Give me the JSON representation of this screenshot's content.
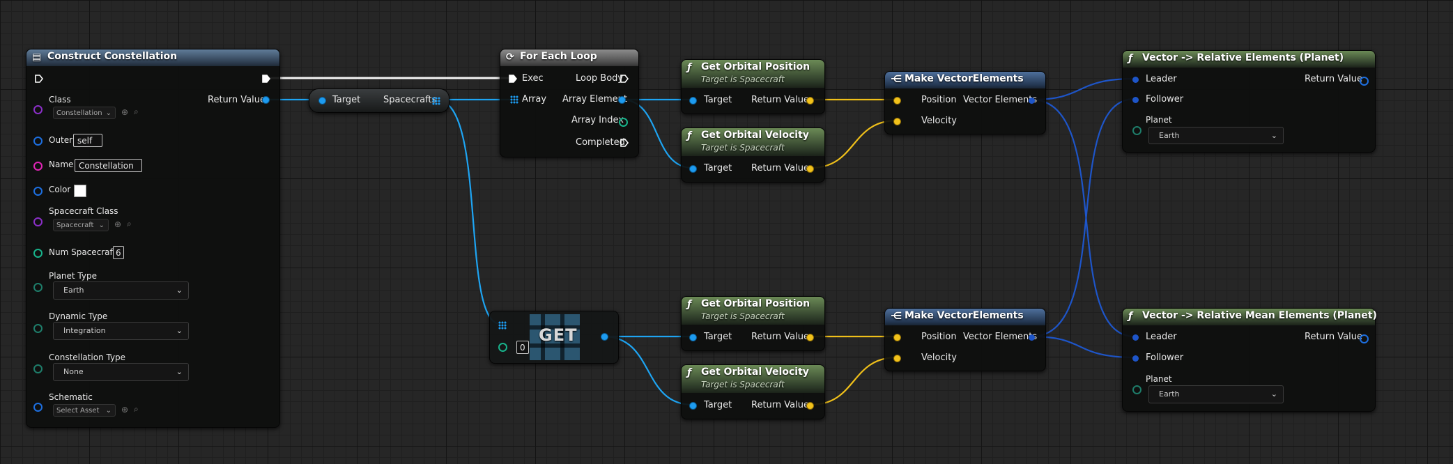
{
  "graph": {
    "construct": {
      "title": "Construct Constellation",
      "return_label": "Return Value",
      "class_label": "Class",
      "class_value": "Constellation",
      "outer_label": "Outer",
      "outer_value": "self",
      "name_label": "Name",
      "name_value": "Constellation",
      "color_label": "Color",
      "sc_class_label": "Spacecraft Class",
      "sc_class_value": "Spacecraft",
      "num_label": "Num Spacecraft",
      "num_value": "6",
      "planet_type_label": "Planet Type",
      "planet_type_value": "Earth",
      "dynamic_type_label": "Dynamic Type",
      "dynamic_type_value": "Integration",
      "const_type_label": "Constellation Type",
      "const_type_value": "None",
      "schematic_label": "Schematic",
      "schematic_value": "Select Asset"
    },
    "getter": {
      "target": "Target",
      "spacecrafts": "Spacecrafts"
    },
    "foreach": {
      "title": "For Each Loop",
      "exec": "Exec",
      "array": "Array",
      "loop_body": "Loop Body",
      "array_element": "Array Element",
      "array_index": "Array Index",
      "completed": "Completed"
    },
    "func_sub": "Target is Spacecraft",
    "target_label": "Target",
    "return_label": "Return Value",
    "orb_pos_title": "Get Orbital Position",
    "orb_vel_title": "Get Orbital Velocity",
    "make_ve": {
      "title": "Make VectorElements",
      "position": "Position",
      "velocity": "Velocity",
      "out": "Vector Elements"
    },
    "rel_elements": {
      "title": "Vector -> Relative Elements (Planet)",
      "leader": "Leader",
      "follower": "Follower",
      "planet": "Planet",
      "planet_value": "Earth",
      "return": "Return Value"
    },
    "rel_mean": {
      "title": "Vector -> Relative Mean Elements (Planet)",
      "leader": "Leader",
      "follower": "Follower",
      "planet": "Planet",
      "planet_value": "Earth",
      "return": "Return Value"
    },
    "get": {
      "title": "GET",
      "index": "0"
    }
  },
  "colors": {
    "object_pin": "#1d9bf0",
    "vector_pin": "#f2c21b",
    "exec_wire": "#ffffff",
    "function_header": "#6b8a56",
    "struct_header": "#4e6f9c"
  }
}
